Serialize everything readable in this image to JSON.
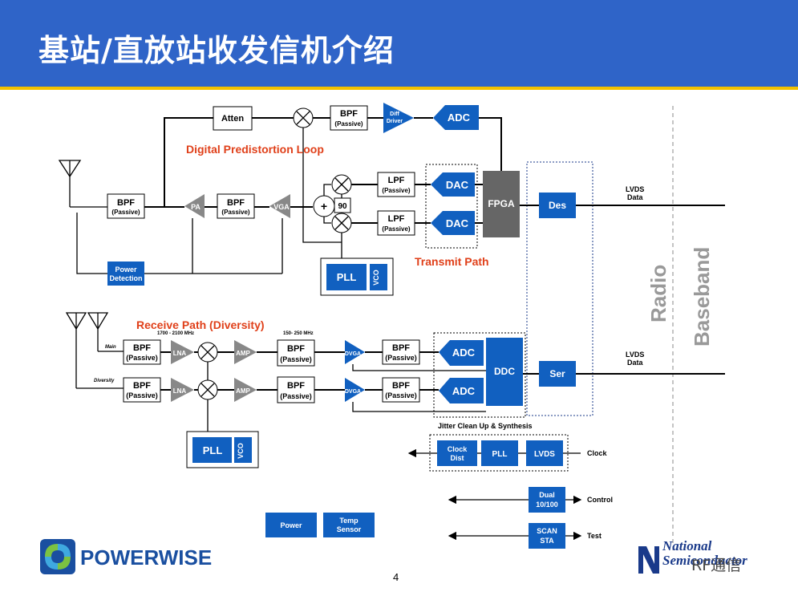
{
  "header": {
    "title": "基站/直放站收发信机介绍"
  },
  "labels": {
    "dpd_loop": "Digital Predistortion Loop",
    "transmit_path": "Transmit Path",
    "receive_path": "Receive Path (Diversity)",
    "jitter": "Jitter Clean Up & Synthesis",
    "radio": "Radio",
    "baseband": "Baseband",
    "freq1": "1700 -    2100 MHz",
    "freq2": "150-   250 MHz",
    "main": "Main",
    "diversity": "Diversity",
    "lvds_data": "LVDS",
    "lvds_data2": "Data",
    "clock": "Clock",
    "control": "Control",
    "test": "Test"
  },
  "blocks": {
    "atten": "Atten",
    "bpf": "BPF",
    "passive": "(Passive)",
    "diff_driver_1": "Diff",
    "diff_driver_2": "Driver",
    "adc": "ADC",
    "dac": "DAC",
    "lpf": "LPF",
    "fpga": "FPGA",
    "des": "Des",
    "ser": "Ser",
    "ddc": "DDC",
    "pa": "PA",
    "vga": "VGA",
    "lna": "LNA",
    "amp": "AMP",
    "dvga": "DVGA",
    "pll": "PLL",
    "vco": "VCO",
    "power_det_1": "Power",
    "power_det_2": "Detection",
    "ninety": "90",
    "plus": "+",
    "clock_dist_1": "Clock",
    "clock_dist_2": "Dist",
    "lvds": "LVDS",
    "dual_1": "Dual",
    "dual_2": "10/100",
    "scan_1": "SCAN",
    "scan_2": "STA",
    "power": "Power",
    "temp_1": "Temp",
    "temp_2": "Sensor"
  },
  "footer": {
    "page": "4",
    "powerwise_1": "POWER",
    "powerwise_2": "WISE",
    "ns_1": "National",
    "ns_2": "Semiconductor",
    "watermark": "RF通信"
  },
  "colors": {
    "header": "#2f64c8",
    "header_line": "#f2c100",
    "block_blue": "#1160c0",
    "accent_red": "#e0401a"
  }
}
